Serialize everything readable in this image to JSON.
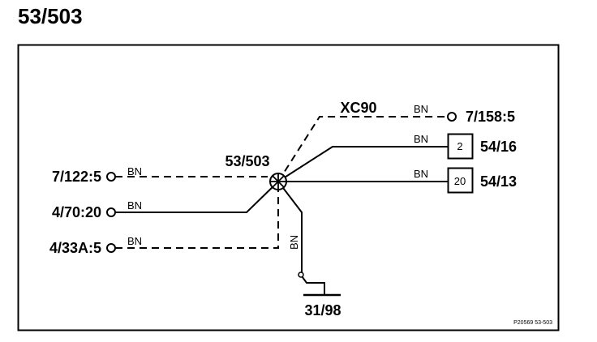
{
  "title": "53/503",
  "node_label": "53/503",
  "variant_label": "XC90",
  "wire_color": "BN",
  "connections": {
    "left_top": "7/122:5",
    "left_mid": "4/70:20",
    "left_bottom": "4/33A:5",
    "right_top": "7/158:5",
    "right_box1_label": "54/16",
    "right_box1_pin": "2",
    "right_box2_label": "54/13",
    "right_box2_pin": "20",
    "ground": "31/98"
  },
  "footer_code": "P20569 53-503"
}
